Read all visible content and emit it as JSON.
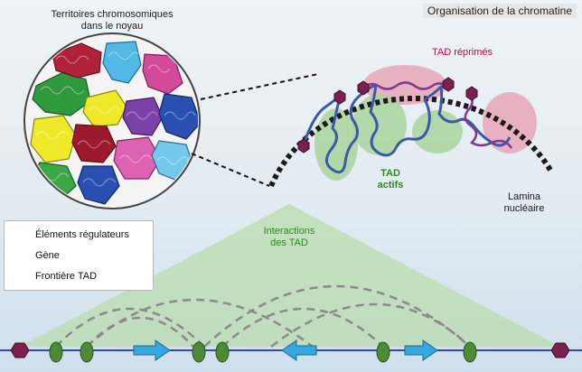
{
  "title": "Organisation de la chromatine",
  "labels": {
    "territories_line1": "Territoires chromosomiques",
    "territories_line2": "dans le noyau",
    "tad_repressed": "TAD réprimés",
    "tad_active_line1": "TAD",
    "tad_active_line2": "actifs",
    "lamina_line1": "Lamina",
    "lamina_line2": "nucléaire",
    "interactions_line1": "Interactions",
    "interactions_line2": "des TAD"
  },
  "legend": {
    "regulatory": "Éléments régulateurs",
    "gene": "Gène",
    "boundary": "Frontière TAD"
  },
  "colors": {
    "tad_active": "#a9d39c",
    "tad_repressed": "#e7a6b9",
    "boundary": "#7a1f4e",
    "regulatory": "#4d8a34",
    "gene": "#35a8e0",
    "chromatin": "#3a5aa8"
  }
}
